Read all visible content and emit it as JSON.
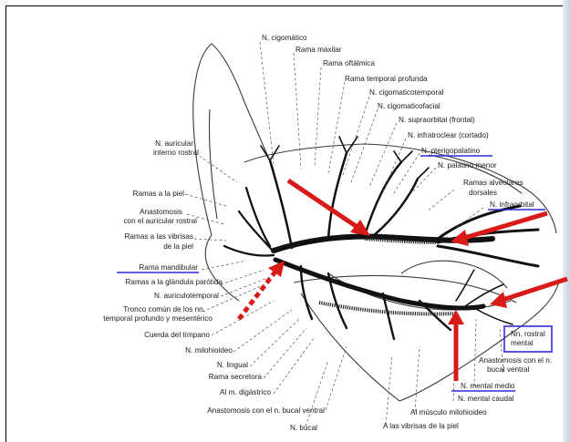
{
  "labels": {
    "n_cigomatico": "N. cigomático",
    "rama_maxilar": "Rama maxilar",
    "rama_oftalmica": "Rama oftálmica",
    "rama_temporal_profunda": "Rama temporal profunda",
    "n_cigomaticotemporal": "N. cigomaticotemporal",
    "n_cigomaticofacial": "N. cigomaticofacial",
    "n_supraorbital": "N. supraorbital (frontal)",
    "n_infratroclear": "N. infratroclear (cortado)",
    "n_pterigopalatino": "N. pterigopalatino",
    "n_palatino_menor": "N. palatino menor",
    "ramas_alveolares_1": "Ramas alveolares",
    "ramas_alveolares_2": "dorsales",
    "n_infraorbital": "N. infraorbital",
    "n_auricular_1": "N. auricular",
    "n_auricular_2": "interno rostral",
    "ramas_piel": "Ramas a la piel",
    "anastomosis_1": "Anastomosis",
    "anastomosis_2": "con el auricular rostral",
    "ramas_vibrisas_1": "Ramas a las vibrisas",
    "ramas_vibrisas_2": "de la piel",
    "rama_mandibular": "Rama mandibular",
    "ramas_parotida": "Ramas a la glándula parótida",
    "n_auriculotemporal": "N. auriculotemporal",
    "tronco_comun_1": "Tronco común de los nn.",
    "tronco_comun_2": "temporal profundo y mesentérico",
    "cuerda_timpano": "Cuerda del tímpano",
    "n_milohioideo": "N. milohioideo",
    "n_lingual": "N. lingual",
    "rama_secretora": "Rama secretora",
    "al_digastrico": "Al m. digástrico",
    "anastomosis_bucal_ventral": "Anastomosis con el n. bucal ventral",
    "n_bucal": "N. bucal",
    "a_vibrisas_piel": "A las vibrisas de la piel",
    "al_musculo_milohioideo": "Al músculo milohioideo",
    "n_mental_caudal": "N. mental caudal",
    "n_mental_medio": "N. mental medio",
    "anastomosis_bucal_ventral_r1": "Anastomosis con el n.",
    "anastomosis_bucal_ventral_r2": "bucal ventral",
    "nn_rostral_mental_1": "Nn. rostral",
    "nn_rostral_mental_2": "mental"
  },
  "colors": {
    "arrow": "#d81b17",
    "underline": "#2b2bd6",
    "box": "#2b2bd6"
  },
  "underlined": [
    "rama_mandibular",
    "n_pterigopalatino",
    "n_infraorbital",
    "n_mental_medio"
  ],
  "boxed": [
    "nn_rostral_mental"
  ]
}
